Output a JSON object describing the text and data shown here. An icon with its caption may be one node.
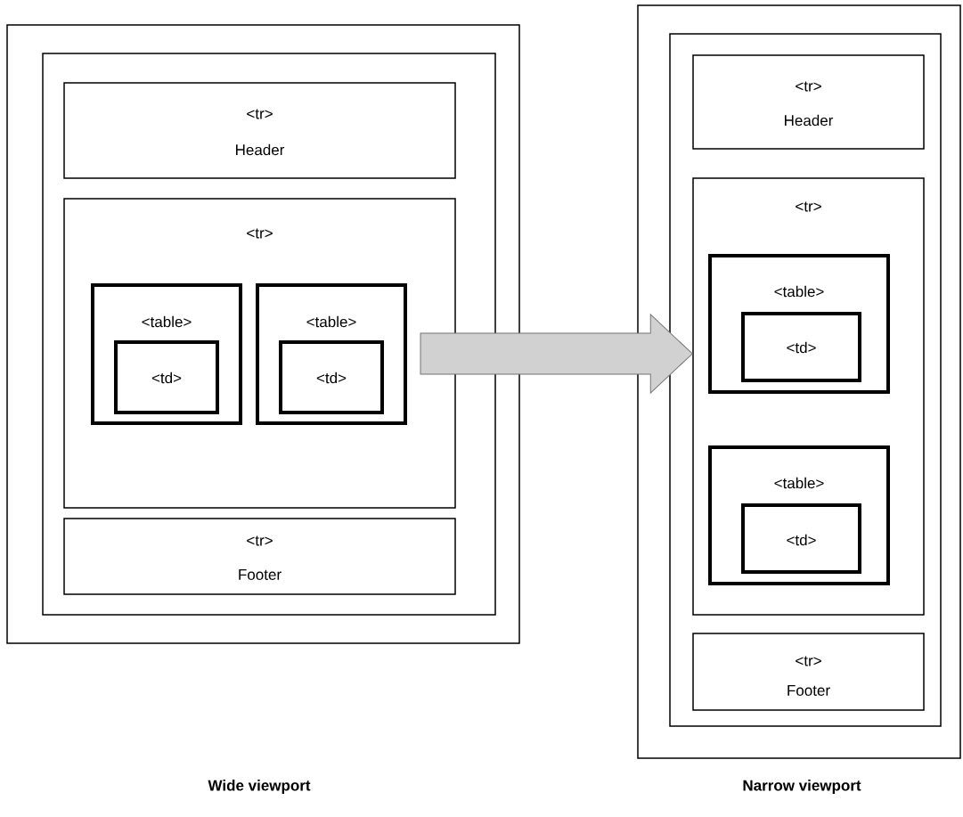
{
  "diagram": {
    "nodes": [
      {
        "text": [],
        "shape": "box"
      },
      {
        "text": [],
        "shape": "box",
        "in": 0
      },
      {
        "text": [
          "<tr>",
          "Header"
        ],
        "in": 1
      },
      {
        "text": [
          "<tr>"
        ],
        "in": 1
      },
      {
        "text": [
          "<table>"
        ],
        "in": 3
      },
      {
        "text": [
          "<td>"
        ],
        "in": 4
      },
      {
        "text": [
          "<table>"
        ],
        "in": 3
      },
      {
        "text": [
          "<td>"
        ],
        "in": 6
      },
      {
        "text": [
          "<tr>",
          "Footer"
        ],
        "in": 1
      },
      {
        "text": [],
        "shape": "box"
      },
      {
        "text": [],
        "shape": "box",
        "in": 9
      },
      {
        "text": [
          "<tr>",
          "Header"
        ],
        "in": 10
      },
      {
        "text": [
          "<tr>"
        ],
        "in": 10
      },
      {
        "text": [
          "<table>"
        ],
        "in": 12
      },
      {
        "text": [
          "<td>"
        ],
        "in": 13
      },
      {
        "text": [
          "<table>"
        ],
        "in": 12
      },
      {
        "text": [
          "<td>"
        ],
        "in": 15
      },
      {
        "text": [
          "<tr>",
          "Footer"
        ],
        "in": 10
      }
    ],
    "edges": [
      {
        "from": 3,
        "to": 12,
        "arrow": "to"
      }
    ],
    "labels": [
      "Wide viewport",
      "Narrow viewport"
    ]
  }
}
